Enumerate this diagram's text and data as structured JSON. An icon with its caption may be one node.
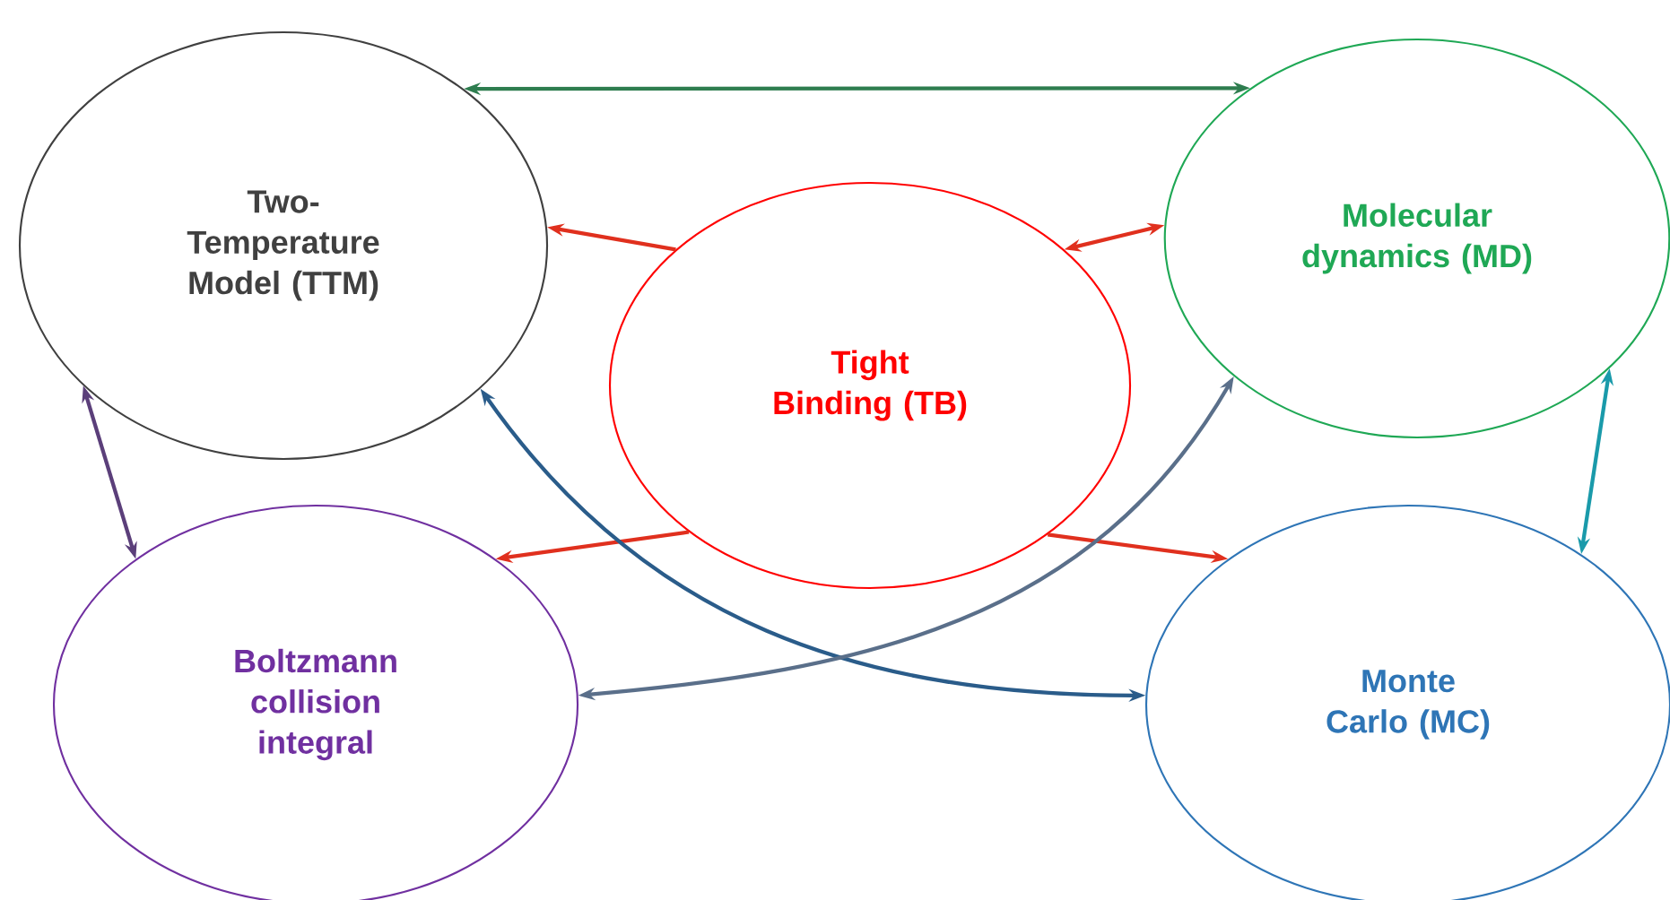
{
  "diagram": {
    "nodes": [
      {
        "text": [
          "Two-Temperature Model (TTM)"
        ]
      },
      {
        "text": [
          "Molecular dynamics (MD)"
        ]
      },
      {
        "text": [
          "Tight Binding (TB)"
        ]
      },
      {
        "text": [
          "Boltzmann collision integral"
        ]
      },
      {
        "text": [
          "Monte Carlo (MC)"
        ]
      }
    ],
    "edges": [
      {
        "from": 0,
        "to": 1,
        "arrow": "both",
        "color": "#2e7d4f"
      },
      {
        "from": 2,
        "to": 0,
        "arrow": "to",
        "color": "#e0301e"
      },
      {
        "from": 2,
        "to": 1,
        "arrow": "both",
        "color": "#e0301e"
      },
      {
        "from": 2,
        "to": 3,
        "arrow": "to",
        "color": "#e0301e"
      },
      {
        "from": 2,
        "to": 4,
        "arrow": "to",
        "color": "#e0301e"
      },
      {
        "from": 0,
        "to": 3,
        "arrow": "both",
        "color": "#5b3f7a"
      },
      {
        "from": 0,
        "to": 4,
        "arrow": "both",
        "color": "#2a5c8a"
      },
      {
        "from": 1,
        "to": 3,
        "arrow": "both",
        "color": "#5a6f8a"
      },
      {
        "from": 1,
        "to": 4,
        "arrow": "both",
        "color": "#1a9aaa"
      }
    ]
  }
}
